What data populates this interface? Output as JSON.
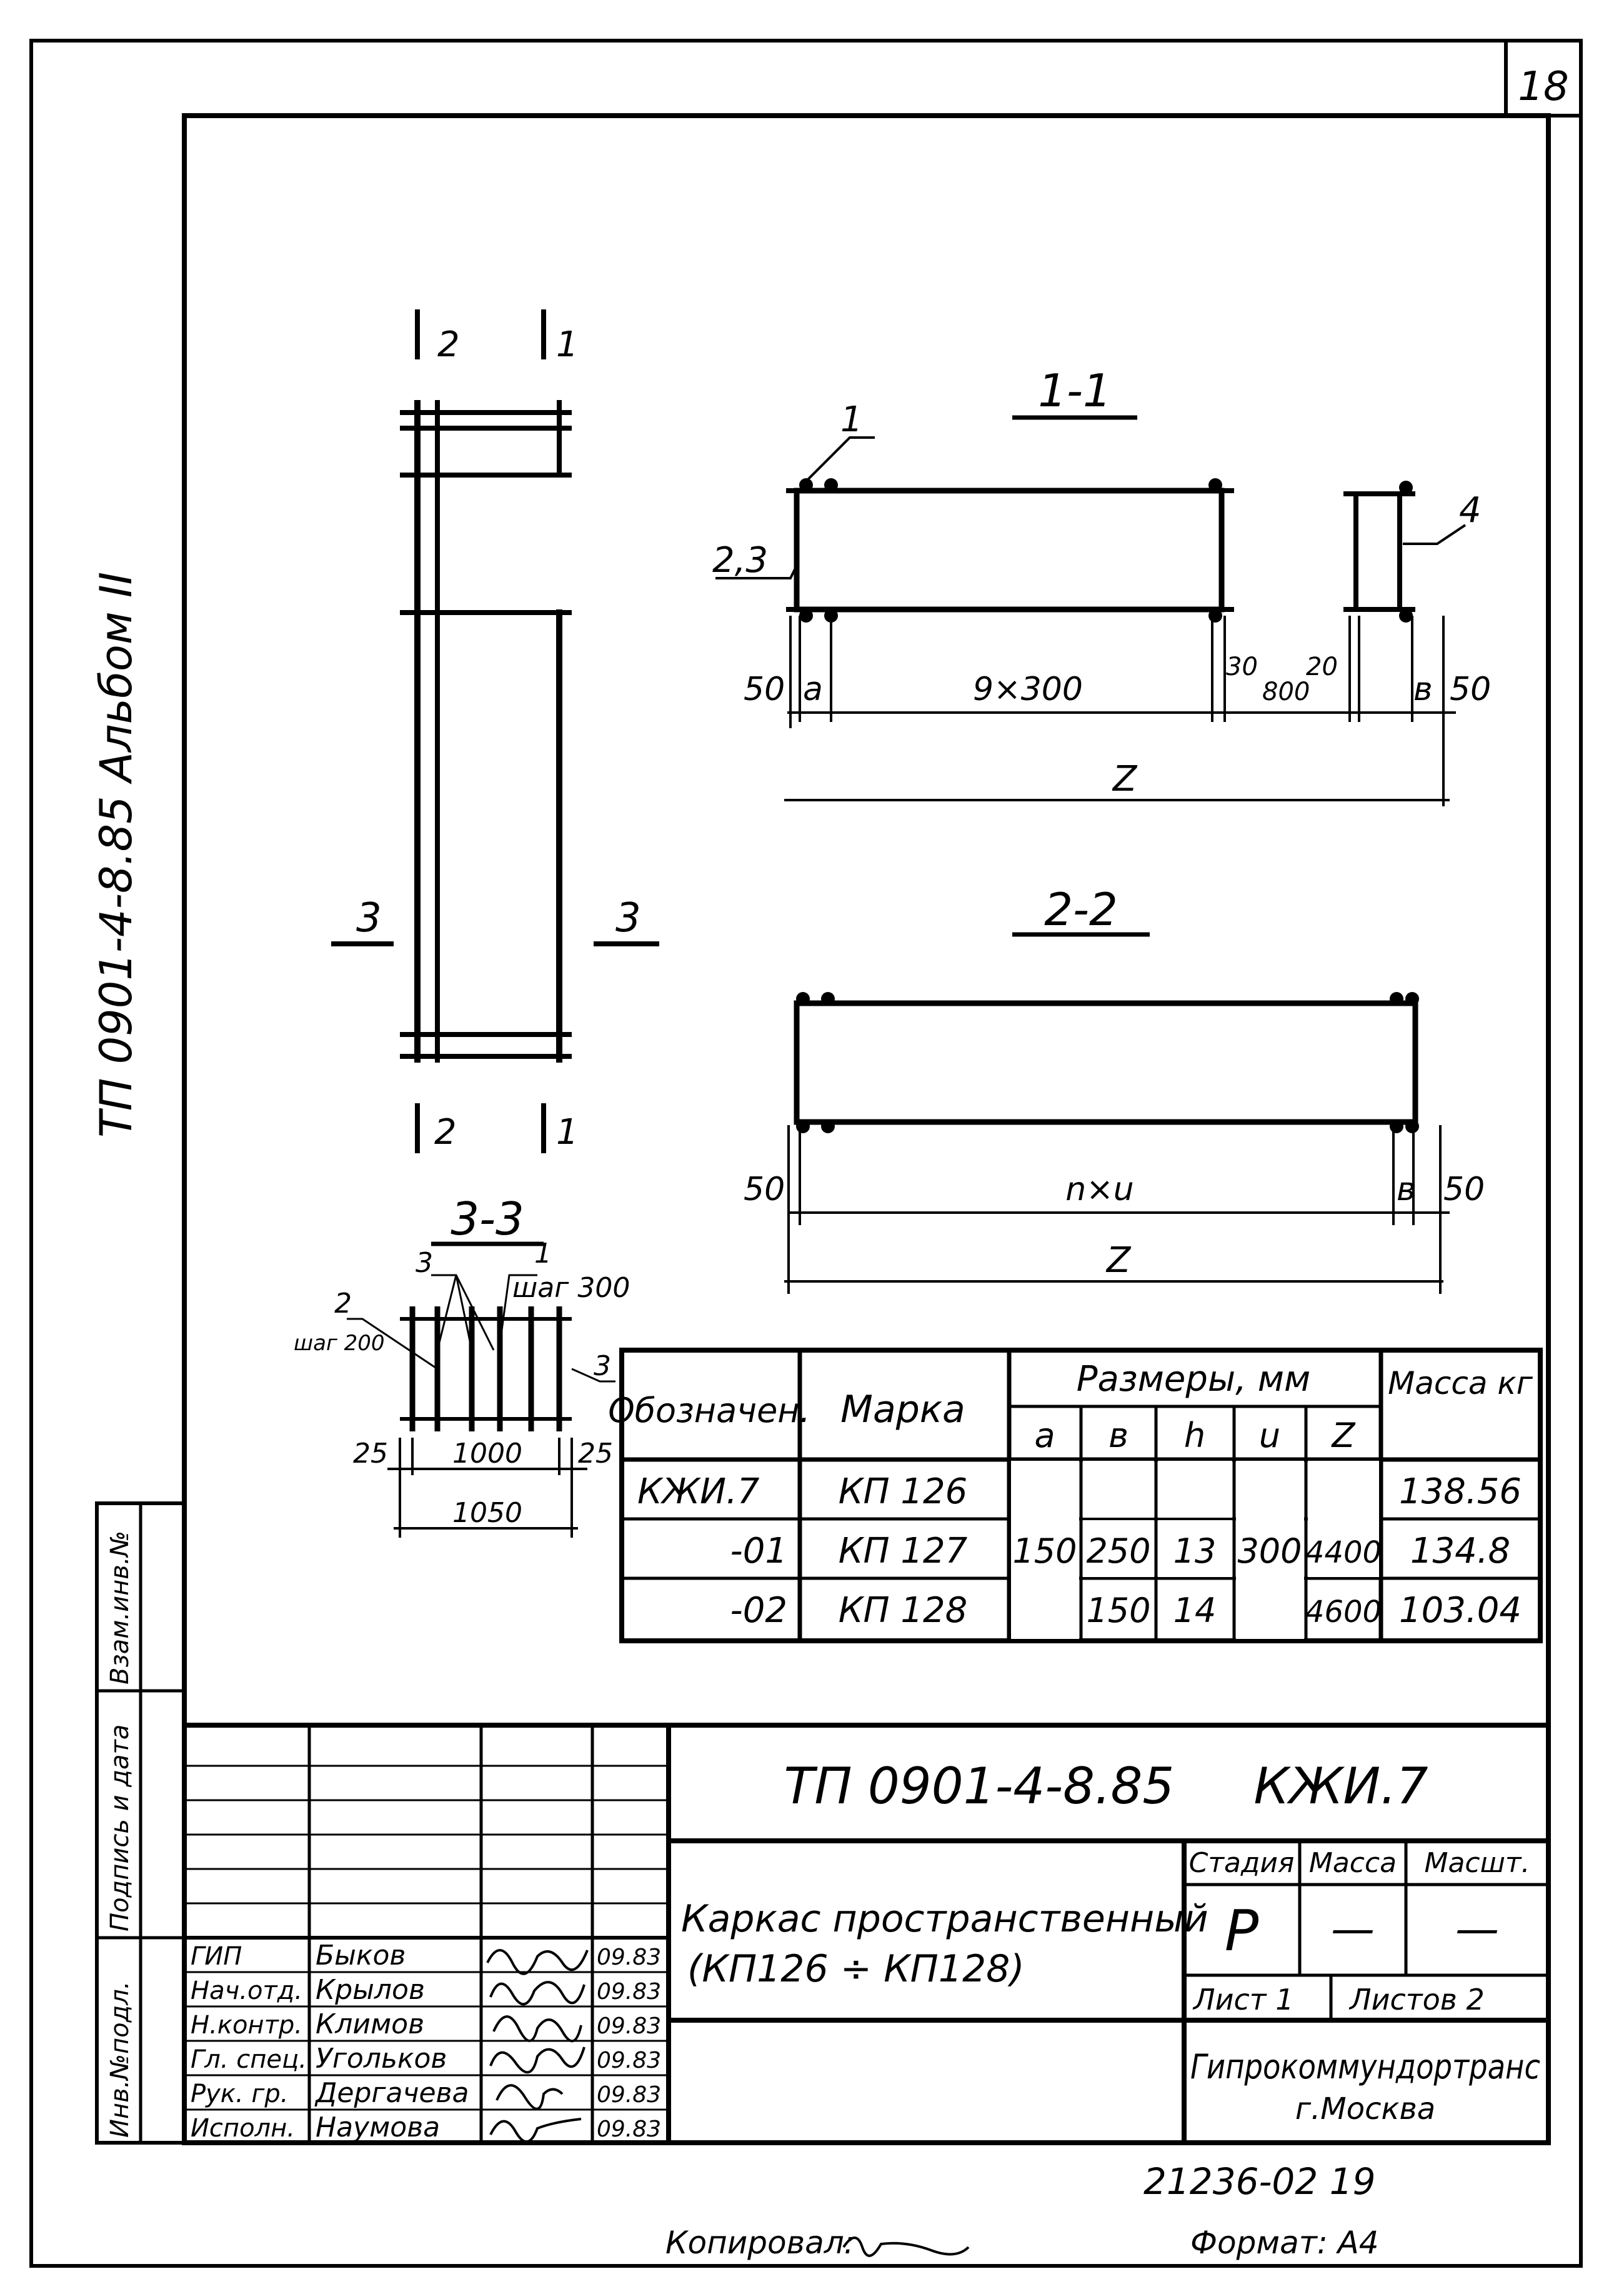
{
  "sheet_number": "18",
  "side_label": "ТП 0901-4-8.85 Альбом II",
  "left_strip": {
    "vzam_inv": "Взам.инв.№",
    "podpis_data": "Подпись и дата",
    "inv_podl": "Инв.№подл."
  },
  "views": {
    "plan": {
      "cut_2_top": "2",
      "cut_1_top": "1",
      "cut_2_bottom": "2",
      "cut_1_bottom": "1",
      "cut_3_left": "3",
      "cut_3_right": "3"
    },
    "section_1_1": {
      "title": "1-1",
      "lead_1": "1",
      "lead_23": "2,3",
      "lead_4": "4",
      "dim_50_left": "50",
      "dim_a": "а",
      "dim_9x300": "9×300",
      "dim_30": "30",
      "dim_800": "800",
      "dim_20": "20",
      "dim_v": "в",
      "dim_50_right": "50",
      "dim_z": "Z"
    },
    "section_2_2": {
      "title": "2-2",
      "dim_50_left": "50",
      "dim_nxu": "n×u",
      "dim_v": "в",
      "dim_50_right": "50",
      "dim_z": "Z"
    },
    "section_3_3": {
      "title": "3-3",
      "lead_3_top": "3",
      "lead_1_top": "1",
      "shag300": "шаг 300",
      "lead_2": "2",
      "shag200": "шаг 200",
      "lead_3_right": "3",
      "dim_25_left": "25",
      "dim_1000": "1000",
      "dim_25_right": "25",
      "dim_1050": "1050"
    }
  },
  "spec_table": {
    "headers": {
      "oboznach": "Обозначен.",
      "marka": "Марка",
      "razmery": "Размеры, мм",
      "a": "а",
      "v": "в",
      "h": "h",
      "u": "u",
      "z": "Z",
      "massa": "Масса кг"
    },
    "rows": [
      {
        "oboz": "КЖИ.7",
        "marka": "КП 126",
        "massa": "138.56"
      },
      {
        "oboz": "-01",
        "marka": "КП 127",
        "massa": "134.8"
      },
      {
        "oboz": "-02",
        "marka": "КП 128",
        "massa": "103.04"
      }
    ],
    "merged": {
      "a": "150",
      "v1": "250",
      "v2": "150",
      "h1": "13",
      "h2": "14",
      "u": "300",
      "z1": "4400",
      "z2": "4600"
    }
  },
  "title_block": {
    "code": "ТП 0901-4-8.85     КЖИ.7",
    "name_line1": "Каркас пространственный",
    "name_line2": "(КП126 ÷ КП128)",
    "stadiya_label": "Стадия",
    "massa_label": "Масса",
    "masht_label": "Масшт.",
    "stadiya_value": "Р",
    "massa_value": "—",
    "masht_value": "—",
    "list_label": "Лист 1",
    "listov_label": "Листов 2",
    "org_line1": "Гипрокоммундортранс",
    "org_line2": "г.Москва",
    "staff": [
      {
        "role": "ГИП",
        "name": "Быков",
        "date": "09.83"
      },
      {
        "role": "Нач.отд.",
        "name": "Крылов",
        "date": "09.83"
      },
      {
        "role": "Н.контр.",
        "name": "Климов",
        "date": "09.83"
      },
      {
        "role": "Гл. спец.",
        "name": "Угольков",
        "date": "09.83"
      },
      {
        "role": "Рук. гр.",
        "name": "Дергачева",
        "date": "09.83"
      },
      {
        "role": "Исполн.",
        "name": "Наумова",
        "date": "09.83"
      }
    ]
  },
  "archive_number": "21236-02 19",
  "copied_by": "Копировал:",
  "format_label": "Формат: А4"
}
